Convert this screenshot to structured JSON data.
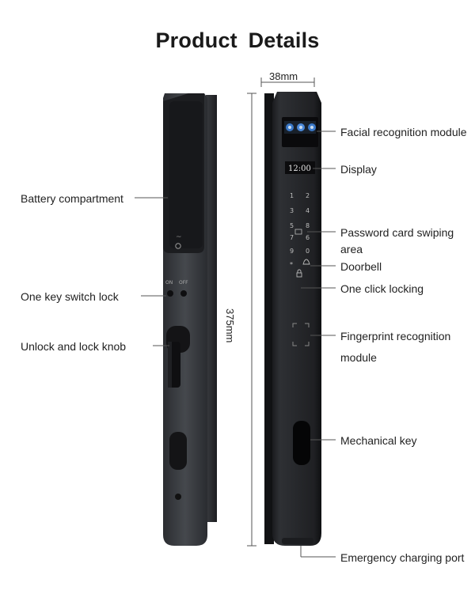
{
  "title": "Product  Details",
  "dimensions": {
    "width": "38mm",
    "height": "375mm"
  },
  "left_labels": {
    "battery": "Battery compartment",
    "switch_lock": "One key switch lock",
    "knob": "Unlock and lock knob"
  },
  "right_labels": {
    "facial": "Facial recognition module",
    "display": "Display",
    "password_line1": "Password card swiping",
    "password_line2": "area",
    "doorbell": "Doorbell",
    "one_click": "One click locking",
    "fingerprint_line1": "Fingerprint recognition",
    "fingerprint_line2": "module",
    "mech_key": "Mechanical key",
    "charging": "Emergency charging port"
  },
  "device": {
    "display_time": "12:00",
    "switch_on": "ON",
    "switch_off": "OFF",
    "keypad": [
      "1",
      "2",
      "3",
      "4",
      "5",
      "6",
      "7",
      "8",
      "9",
      "0",
      "*"
    ]
  }
}
